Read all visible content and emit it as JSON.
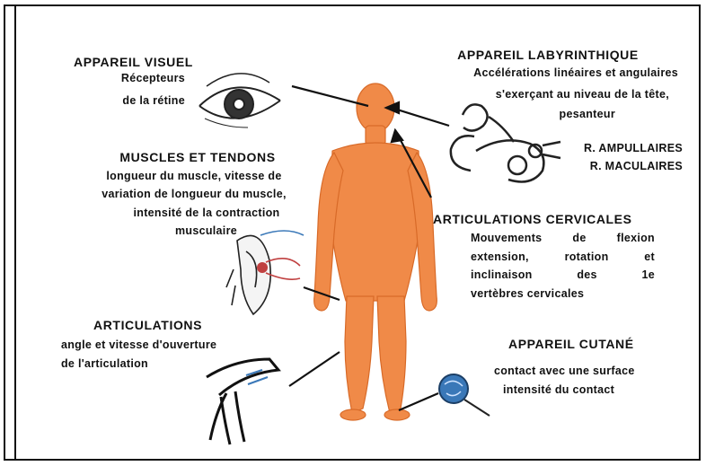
{
  "visual": {
    "title": "APPAREIL VISUEL",
    "desc": [
      "Récepteurs",
      "de la rétine"
    ]
  },
  "labyrinth": {
    "title": "APPAREIL LABYRINTHIQUE",
    "desc": [
      "Accélérations linéaires et angulaires",
      "s'exerçant au niveau de la tête,",
      "pesanteur"
    ],
    "receptors": [
      "R. AMPULLAIRES",
      "R. MACULAIRES"
    ]
  },
  "muscles": {
    "title": "MUSCLES ET TENDONS",
    "desc": [
      "longueur du muscle, vitesse de",
      "variation de longueur du muscle,",
      "intensité de la contraction",
      "musculaire"
    ]
  },
  "cervical": {
    "title": "ARTICULATIONS CERVICALES",
    "desc": [
      "Mouvements de flexion",
      "extension, rotation et",
      "inclinaison des 1e",
      "vertèbres cervicales"
    ]
  },
  "joints": {
    "title": "ARTICULATIONS",
    "desc": [
      "angle et vitesse d'ouverture",
      "de l'articulation"
    ]
  },
  "skin": {
    "title": "APPAREIL CUTANÉ",
    "desc": [
      "contact avec une surface",
      "intensité du contact"
    ]
  },
  "colors": {
    "body": "#f08a48",
    "body_outline": "#d86a28",
    "ink": "#111111",
    "skin_blue": "#3a78b8"
  },
  "icons": [
    "eye-icon",
    "inner-ear-icon",
    "muscle-spindle-icon",
    "knee-joint-icon",
    "skin-receptor-icon",
    "human-body-figure"
  ]
}
